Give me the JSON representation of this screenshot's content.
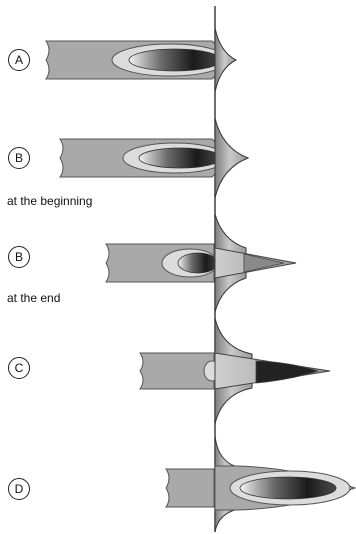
{
  "panels": [
    {
      "label": "A",
      "caption": ""
    },
    {
      "label": "B",
      "caption": "at the beginning"
    },
    {
      "label": "B",
      "caption": "at the end"
    },
    {
      "label": "C",
      "caption": ""
    },
    {
      "label": "D",
      "caption": ""
    }
  ],
  "colors": {
    "needle_body": "#a9a9a9",
    "needle_outline": "#555555",
    "bevel_ring": "#dcdcdc",
    "lumen_dark": "#1a1a1a",
    "tissue_light": "#e6e6e6",
    "tissue_dark": "#8a8a8a",
    "skin_line": "#333333"
  }
}
